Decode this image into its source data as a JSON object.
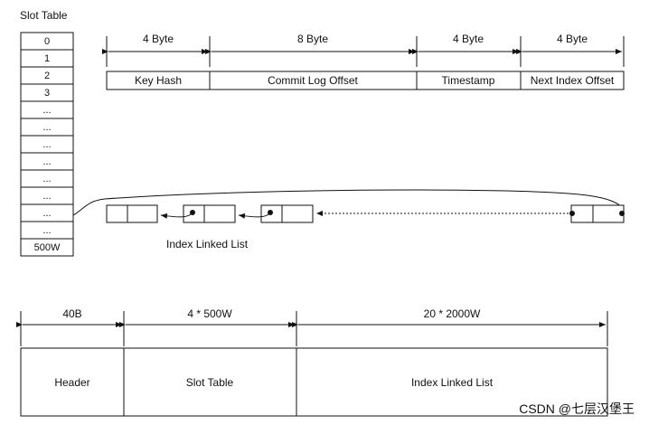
{
  "slot_table": {
    "title": "Slot Table",
    "slots": [
      "0",
      "1",
      "2",
      "3",
      "...",
      "...",
      "...",
      "...",
      "...",
      "...",
      "...",
      "...",
      "500W"
    ]
  },
  "entry_layout": {
    "byte_labels": [
      "4 Byte",
      "8 Byte",
      "4 Byte",
      "4 Byte"
    ],
    "fields": [
      "Key Hash",
      "Commit Log Offset",
      "Timestamp",
      "Next Index Offset"
    ]
  },
  "linked_list": {
    "label": "Index Linked List"
  },
  "file_layout": {
    "sizes": [
      "40B",
      "4 * 500W",
      "20 * 2000W"
    ],
    "sections": [
      "Header",
      "Slot Table",
      "Index Linked List"
    ]
  },
  "watermark": "CSDN @七层汉堡王"
}
